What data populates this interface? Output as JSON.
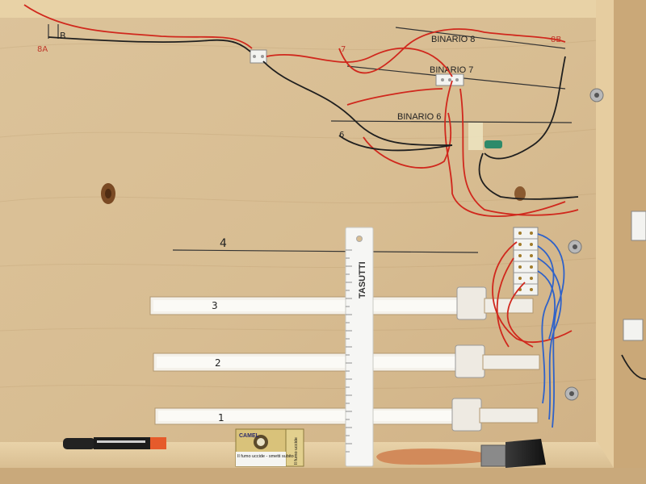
{
  "photo": {
    "labels": {
      "top_left_a": "8A",
      "top_left_b": "B",
      "top_right": "8B",
      "track_8": "BINARIO 8",
      "track_7": "BINARIO 7",
      "track_6": "BINARIO 6",
      "track_4": "4",
      "track_3": "3",
      "track_2": "2",
      "track_1": "1",
      "wire_tag_7": "7",
      "wire_tag_6": "6"
    },
    "ruler": {
      "brand": "TASUTTI"
    },
    "cigarette_pack": {
      "brand": "CAMEL",
      "warning_front": "Il fumo uccide - smetti subito",
      "warning_side": "Il fumo uccide"
    }
  }
}
